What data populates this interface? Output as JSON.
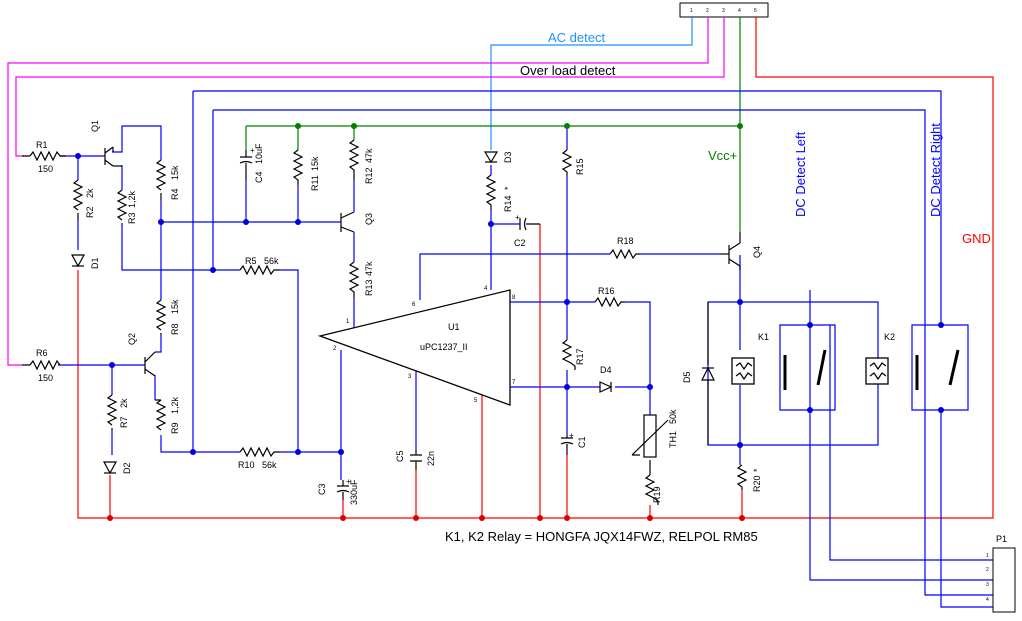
{
  "nets": {
    "ac_detect": "AC detect",
    "overload_detect": "Over load detect",
    "vcc": "Vcc+",
    "dc_detect_left": "DC Detect Left",
    "dc_detect_right": "DC Detect Right",
    "gnd": "GND"
  },
  "colors": {
    "wire_blue": "#0000ff",
    "wire_red": "#ff0000",
    "wire_green": "#008000",
    "wire_magenta": "#ff00ff",
    "wire_light_blue": "#1e90ff",
    "junction_red": "#dd0000"
  },
  "components": {
    "R1": {
      "ref": "R1",
      "value": "150"
    },
    "R2": {
      "ref": "R2",
      "value": "2k"
    },
    "R3": {
      "ref": "R3",
      "value": "1,2k"
    },
    "R4": {
      "ref": "R4",
      "value": "15k"
    },
    "R5": {
      "ref": "R5",
      "value": "56k"
    },
    "R6": {
      "ref": "R6",
      "value": "150"
    },
    "R7": {
      "ref": "R7",
      "value": "2k"
    },
    "R8": {
      "ref": "R8",
      "value": "15k"
    },
    "R9": {
      "ref": "R9",
      "value": "1,2k"
    },
    "R10": {
      "ref": "R10",
      "value": "56k"
    },
    "R11": {
      "ref": "R11",
      "value": "15k"
    },
    "R12": {
      "ref": "R12",
      "value": "47k"
    },
    "R13": {
      "ref": "R13",
      "value": "47k"
    },
    "R14": {
      "ref": "R14",
      "value": "*"
    },
    "R15": {
      "ref": "R15",
      "value": ""
    },
    "R16": {
      "ref": "R16",
      "value": ""
    },
    "R17": {
      "ref": "R17",
      "value": ""
    },
    "R18": {
      "ref": "R18",
      "value": ""
    },
    "R19": {
      "ref": "R19",
      "value": ""
    },
    "R20": {
      "ref": "R20",
      "value": "*"
    },
    "C1": {
      "ref": "C1",
      "value": ""
    },
    "C2": {
      "ref": "C2",
      "value": ""
    },
    "C3": {
      "ref": "C3",
      "value": "330uF"
    },
    "C4": {
      "ref": "C4",
      "value": "10uF"
    },
    "C5": {
      "ref": "C5",
      "value": "22n"
    },
    "D1": {
      "ref": "D1"
    },
    "D2": {
      "ref": "D2"
    },
    "D3": {
      "ref": "D3"
    },
    "D4": {
      "ref": "D4"
    },
    "D5": {
      "ref": "D5"
    },
    "Q1": {
      "ref": "Q1"
    },
    "Q2": {
      "ref": "Q2"
    },
    "Q3": {
      "ref": "Q3"
    },
    "Q4": {
      "ref": "Q4"
    },
    "TH1": {
      "ref": "TH1",
      "value": "50k"
    },
    "K1": {
      "ref": "K1"
    },
    "K2": {
      "ref": "K2"
    },
    "U1": {
      "ref": "U1",
      "value": "uPC1237_II"
    },
    "P1": {
      "ref": "P1"
    }
  },
  "u1_pins": [
    "1",
    "2",
    "3",
    "4",
    "5",
    "6",
    "7",
    "8"
  ],
  "top_connector_pins": [
    "1",
    "2",
    "3",
    "4",
    "5"
  ],
  "p1_pins": [
    "1",
    "2",
    "3",
    "4"
  ],
  "note": "K1, K2  Relay  =  HONGFA  JQX14FWZ,  RELPOL  RM85"
}
